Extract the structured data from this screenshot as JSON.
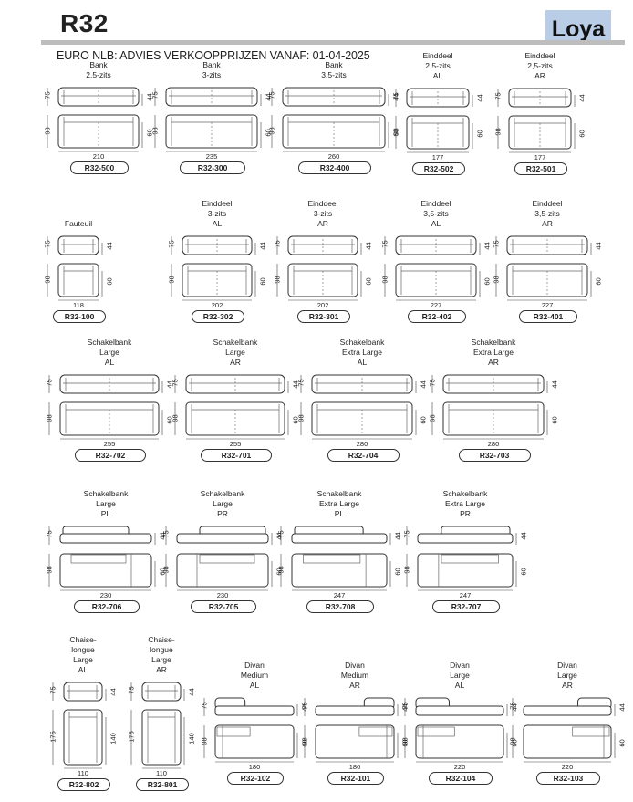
{
  "header": {
    "title": "R32",
    "brand": "Loya",
    "subtitle": "EURO NLB: ADVIES VERKOOPPRIJZEN VANAF: 01-04-2025"
  },
  "items": [
    {
      "label": [
        "Bank",
        "2,5-zits"
      ],
      "code": "R32-500",
      "width": "210",
      "height": "75",
      "seat": "44",
      "depth": "98",
      "arm": "60"
    },
    {
      "label": [
        "Bank",
        "3-zits"
      ],
      "code": "R32-300",
      "width": "235",
      "height": "75",
      "seat": "44",
      "depth": "98",
      "arm": "60"
    },
    {
      "label": [
        "Bank",
        "3,5-zits"
      ],
      "code": "R32-400",
      "width": "260",
      "height": "75",
      "seat": "44",
      "depth": "98",
      "arm": "60"
    },
    {
      "label": [
        "Einddeel",
        "2,5-zits",
        "AL"
      ],
      "code": "R32-502",
      "width": "177",
      "height": "75",
      "seat": "44",
      "depth": "98",
      "arm": "60"
    },
    {
      "label": [
        "Einddeel",
        "2,5-zits",
        "AR"
      ],
      "code": "R32-501",
      "width": "177",
      "height": "75",
      "seat": "44",
      "depth": "98",
      "arm": "60"
    },
    {
      "label": [
        "Fauteuil"
      ],
      "code": "R32-100",
      "width": "118",
      "height": "75",
      "seat": "44",
      "depth": "98",
      "arm": "60"
    },
    {
      "label": [
        "Einddeel",
        "3-zits",
        "AL"
      ],
      "code": "R32-302",
      "width": "202",
      "height": "75",
      "seat": "44",
      "depth": "98",
      "arm": "60"
    },
    {
      "label": [
        "Einddeel",
        "3-zits",
        "AR"
      ],
      "code": "R32-301",
      "width": "202",
      "height": "75",
      "seat": "44",
      "depth": "98",
      "arm": "60"
    },
    {
      "label": [
        "Einddeel",
        "3,5-zits",
        "AL"
      ],
      "code": "R32-402",
      "width": "227",
      "height": "75",
      "seat": "44",
      "depth": "98",
      "arm": "60"
    },
    {
      "label": [
        "Einddeel",
        "3,5-zits",
        "AR"
      ],
      "code": "R32-401",
      "width": "227",
      "height": "75",
      "seat": "44",
      "depth": "98",
      "arm": "60"
    },
    {
      "label": [
        "Schakelbank",
        "Large",
        "AL"
      ],
      "code": "R32-702",
      "width": "255",
      "height": "75",
      "seat": "44",
      "depth": "98",
      "arm": "60"
    },
    {
      "label": [
        "Schakelbank",
        "Large",
        "AR"
      ],
      "code": "R32-701",
      "width": "255",
      "height": "75",
      "seat": "44",
      "depth": "98",
      "arm": "60"
    },
    {
      "label": [
        "Schakelbank",
        "Extra Large",
        "AL"
      ],
      "code": "R32-704",
      "width": "280",
      "height": "75",
      "seat": "44",
      "depth": "98",
      "arm": "60"
    },
    {
      "label": [
        "Schakelbank",
        "Extra Large",
        "AR"
      ],
      "code": "R32-703",
      "width": "280",
      "height": "75",
      "seat": "44",
      "depth": "98",
      "arm": "60"
    },
    {
      "label": [
        "Schakelbank",
        "Large",
        "PL"
      ],
      "code": "R32-706",
      "width": "230",
      "height": "75",
      "seat": "44",
      "depth": "98",
      "arm": "60"
    },
    {
      "label": [
        "Schakelbank",
        "Large",
        "PR"
      ],
      "code": "R32-705",
      "width": "230",
      "height": "75",
      "seat": "44",
      "depth": "98",
      "arm": "60"
    },
    {
      "label": [
        "Schakelbank",
        "Extra Large",
        "PL"
      ],
      "code": "R32-708",
      "width": "247",
      "height": "75",
      "seat": "44",
      "depth": "98",
      "arm": "60"
    },
    {
      "label": [
        "Schakelbank",
        "Extra Large",
        "PR"
      ],
      "code": "R32-707",
      "width": "247",
      "height": "75",
      "seat": "44",
      "depth": "98",
      "arm": "60"
    },
    {
      "label": [
        "Chaise-",
        "longue",
        "Large",
        "AL"
      ],
      "code": "R32-802",
      "width": "110",
      "height": "75",
      "seat": "44",
      "depth": "175",
      "arm": "140"
    },
    {
      "label": [
        "Chaise-",
        "longue",
        "Large",
        "AR"
      ],
      "code": "R32-801",
      "width": "110",
      "height": "75",
      "seat": "44",
      "depth": "175",
      "arm": "140"
    },
    {
      "label": [
        "Divan",
        "Medium",
        "AL"
      ],
      "code": "R32-102",
      "width": "180",
      "height": "75",
      "seat": "44",
      "depth": "98",
      "arm": "60"
    },
    {
      "label": [
        "Divan",
        "Medium",
        "AR"
      ],
      "code": "R32-101",
      "width": "180",
      "height": "75",
      "seat": "44",
      "depth": "98",
      "arm": "60"
    },
    {
      "label": [
        "Divan",
        "Large",
        "AL"
      ],
      "code": "R32-104",
      "width": "220",
      "height": "75",
      "seat": "44",
      "depth": "98",
      "arm": "60"
    },
    {
      "label": [
        "Divan",
        "Large",
        "AR"
      ],
      "code": "R32-103",
      "width": "220",
      "height": "75",
      "seat": "44",
      "depth": "98",
      "arm": "60"
    }
  ]
}
